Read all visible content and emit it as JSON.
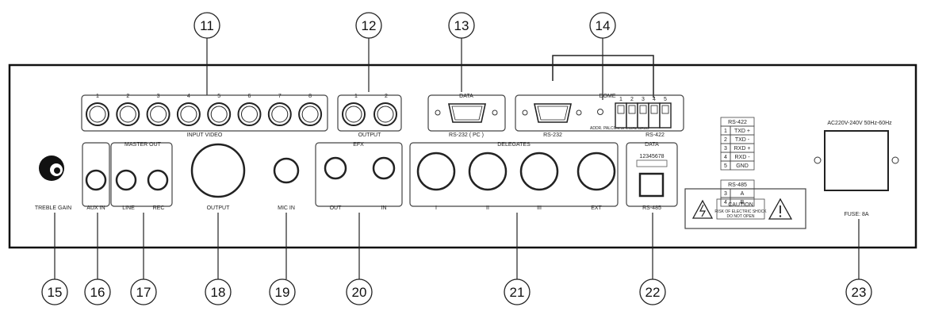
{
  "callouts": [
    "11",
    "12",
    "13",
    "14",
    "15",
    "16",
    "17",
    "18",
    "19",
    "20",
    "21",
    "22",
    "23"
  ],
  "input_video": {
    "numbers": [
      "1",
      "2",
      "3",
      "4",
      "5",
      "6",
      "7",
      "8"
    ],
    "label": "INPUT VIDEO"
  },
  "output_group": {
    "numbers": [
      "1",
      "2"
    ],
    "label": "OUTPUT"
  },
  "data_port": {
    "title": "DATA",
    "label": "RS-232 ( PC )"
  },
  "dome": {
    "title": "DOME",
    "rs232_label": "RS-232",
    "rs422_label": "RS-422",
    "terminals": [
      "1",
      "2",
      "3",
      "4",
      "5"
    ],
    "switch_text": "ADDR. PALCON  SPECIAL BAUD"
  },
  "rs422_table": {
    "header": "RS-422",
    "rows": [
      [
        "1",
        "TXD +"
      ],
      [
        "2",
        "TXD -"
      ],
      [
        "3",
        "RXD +"
      ],
      [
        "4",
        "RXD -"
      ],
      [
        "5",
        "GND"
      ]
    ]
  },
  "rs485_table": {
    "header": "RS-485",
    "rows": [
      [
        "3",
        "A"
      ],
      [
        "4",
        "B"
      ]
    ]
  },
  "power": {
    "rating": "AC220V-240V 50Hz-60Hz",
    "fuse": "FUSE: 8A"
  },
  "treble_gain": "TREBLE GAIN",
  "aux_in": "AUX IN",
  "master_out": {
    "title": "MASTER OUT",
    "line": "LINE",
    "rec": "REC"
  },
  "audio_output": "OUTPUT",
  "mic_in": "MIC IN",
  "efx": {
    "title": "EFX",
    "out": "OUT",
    "in": "IN"
  },
  "delegates": {
    "title": "DELEGATES",
    "ports": [
      "I",
      "II",
      "III",
      "EXT"
    ]
  },
  "data_block": {
    "title": "DATA",
    "dip_numbers": "12345678",
    "label": "RS-485"
  },
  "caution": {
    "title": "CAUTION",
    "line1": "RISK  OF  ELECTRIC  SHOCK",
    "line2": "DO NOT OPEN"
  }
}
